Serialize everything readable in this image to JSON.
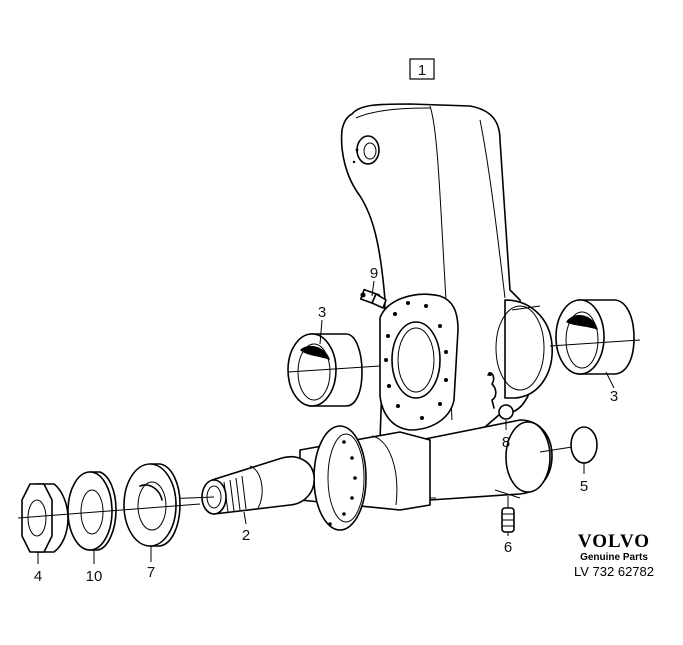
{
  "diagram": {
    "box_label": "1",
    "callouts": [
      {
        "id": "c3a",
        "text": "3"
      },
      {
        "id": "c3b",
        "text": "3"
      },
      {
        "id": "c9",
        "text": "9"
      },
      {
        "id": "c8",
        "text": "8"
      },
      {
        "id": "c5",
        "text": "5"
      },
      {
        "id": "c6",
        "text": "6"
      },
      {
        "id": "c2",
        "text": "2"
      },
      {
        "id": "c4",
        "text": "4"
      },
      {
        "id": "c10",
        "text": "10"
      },
      {
        "id": "c7",
        "text": "7"
      }
    ]
  },
  "branding": {
    "logo_text": "VOLVO",
    "subtitle": "Genuine Parts",
    "reference": "LV 732 62782"
  }
}
